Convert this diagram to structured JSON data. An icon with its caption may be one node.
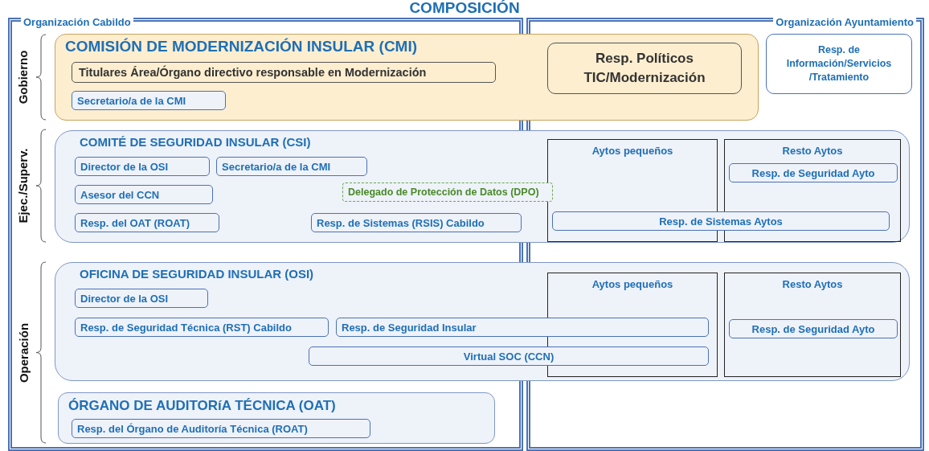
{
  "diagram": {
    "title": "COMPOSICIÓN",
    "nodes": [
      {
        "text": [
          "COMISIÓN DE MODERNIZACIÓN INSULAR (CMI)"
        ]
      },
      {
        "text": [
          "Titulares Área/Órgano directivo responsable en Modernización"
        ],
        "in": 0
      },
      {
        "text": [
          "Secretario/a de la CMI"
        ],
        "in": 0
      },
      {
        "text": [
          "Resp. Políticos TIC/Modernización"
        ],
        "in": 0
      },
      {
        "text": [
          "Resp. de Información/Servicios /Tratamiento"
        ]
      },
      {
        "text": [
          "COMITÉ DE SEGURIDAD INSULAR (CSI)"
        ]
      },
      {
        "text": [
          "Director de la OSI"
        ],
        "in": 5
      },
      {
        "text": [
          "Secretario/a de la CMI"
        ],
        "in": 5
      },
      {
        "text": [
          "Asesor del CCN"
        ],
        "in": 5
      },
      {
        "text": [
          "Delegado de Protección de Datos (DPO)"
        ],
        "in": 5
      },
      {
        "text": [
          "Resp. del OAT (ROAT)"
        ],
        "in": 5
      },
      {
        "text": [
          "Resp. de Sistemas (RSIS) Cabildo"
        ],
        "in": 5
      },
      {
        "text": [
          "Aytos pequeños"
        ],
        "in": 5
      },
      {
        "text": [
          "Resto Aytos"
        ],
        "in": 5
      },
      {
        "text": [
          "Resp. de Seguridad Ayto"
        ],
        "in": 13
      },
      {
        "text": [
          "Resp. de Sistemas Aytos"
        ],
        "in": 5
      },
      {
        "text": [
          "OFICINA DE SEGURIDAD INSULAR (OSI)"
        ]
      },
      {
        "text": [
          "Director de la OSI"
        ],
        "in": 16
      },
      {
        "text": [
          "Resp. de Seguridad Técnica (RST) Cabildo"
        ],
        "in": 16
      },
      {
        "text": [
          "Resp. de Seguridad Insular"
        ],
        "in": 16
      },
      {
        "text": [
          "Virtual SOC (CCN)"
        ],
        "in": 16
      },
      {
        "text": [
          "Aytos pequeños"
        ],
        "in": 16
      },
      {
        "text": [
          "Resto Aytos"
        ],
        "in": 16
      },
      {
        "text": [
          "Resp. de Seguridad Ayto"
        ],
        "in": 22
      },
      {
        "text": [
          "ÓRGANO DE AUDITORíA TÉCNICA (OAT)"
        ]
      },
      {
        "text": [
          "Resp. del Órgano de Auditoría Técnica (ROAT)"
        ],
        "in": 24
      }
    ],
    "labels": [
      "Organización Cabildo",
      "Organización Ayuntamiento",
      "Gobierno",
      "Ejec./Superv.",
      "Operación"
    ]
  }
}
